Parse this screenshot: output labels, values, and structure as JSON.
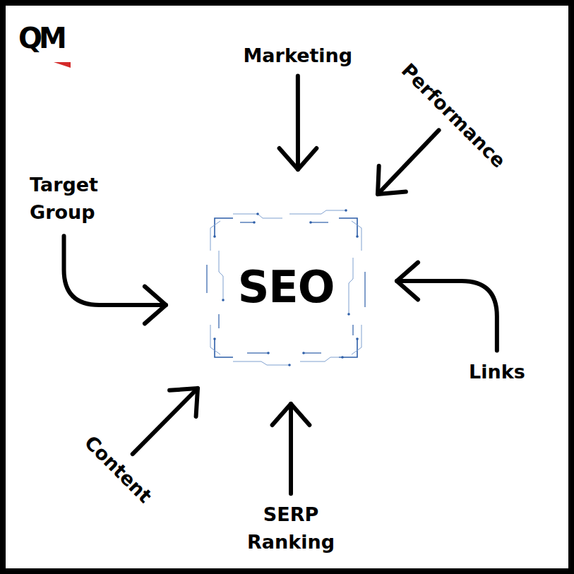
{
  "diagram": {
    "nodes": [
      {
        "text": [
          "Marketing"
        ]
      },
      {
        "text": [
          "Performance"
        ]
      },
      {
        "text": [
          "Target Group"
        ]
      },
      {
        "text": [
          "SEO"
        ]
      },
      {
        "text": [
          "Links"
        ]
      },
      {
        "text": [
          "Content"
        ]
      },
      {
        "text": [
          "SERP Ranking"
        ]
      }
    ],
    "edges": [
      {
        "from": 0,
        "to": 3,
        "arrow": "to"
      },
      {
        "from": 1,
        "to": 3,
        "arrow": "to"
      },
      {
        "from": 2,
        "to": 3,
        "arrow": "to"
      },
      {
        "from": 4,
        "to": 3,
        "arrow": "to"
      },
      {
        "from": 5,
        "to": 3,
        "arrow": "to"
      },
      {
        "from": 6,
        "to": 3,
        "arrow": "to"
      }
    ],
    "labels": [
      "QM"
    ]
  }
}
